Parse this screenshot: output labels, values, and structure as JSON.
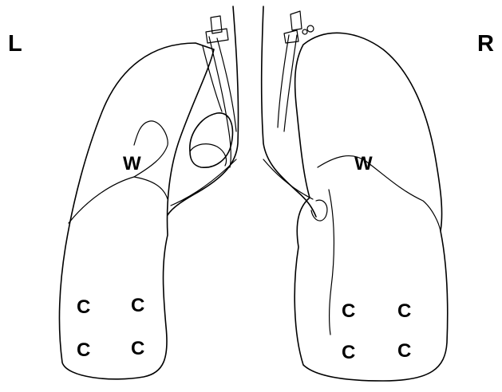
{
  "side_labels": {
    "left": "L",
    "right": "R"
  },
  "left_lung": {
    "zone_w": "W",
    "zone_c": [
      "C",
      "C",
      "C",
      "C"
    ]
  },
  "right_lung": {
    "zone_w": "W",
    "zone_c": [
      "C",
      "C",
      "C",
      "C"
    ]
  },
  "colors": {
    "line": "#000000",
    "background": "#ffffff"
  }
}
